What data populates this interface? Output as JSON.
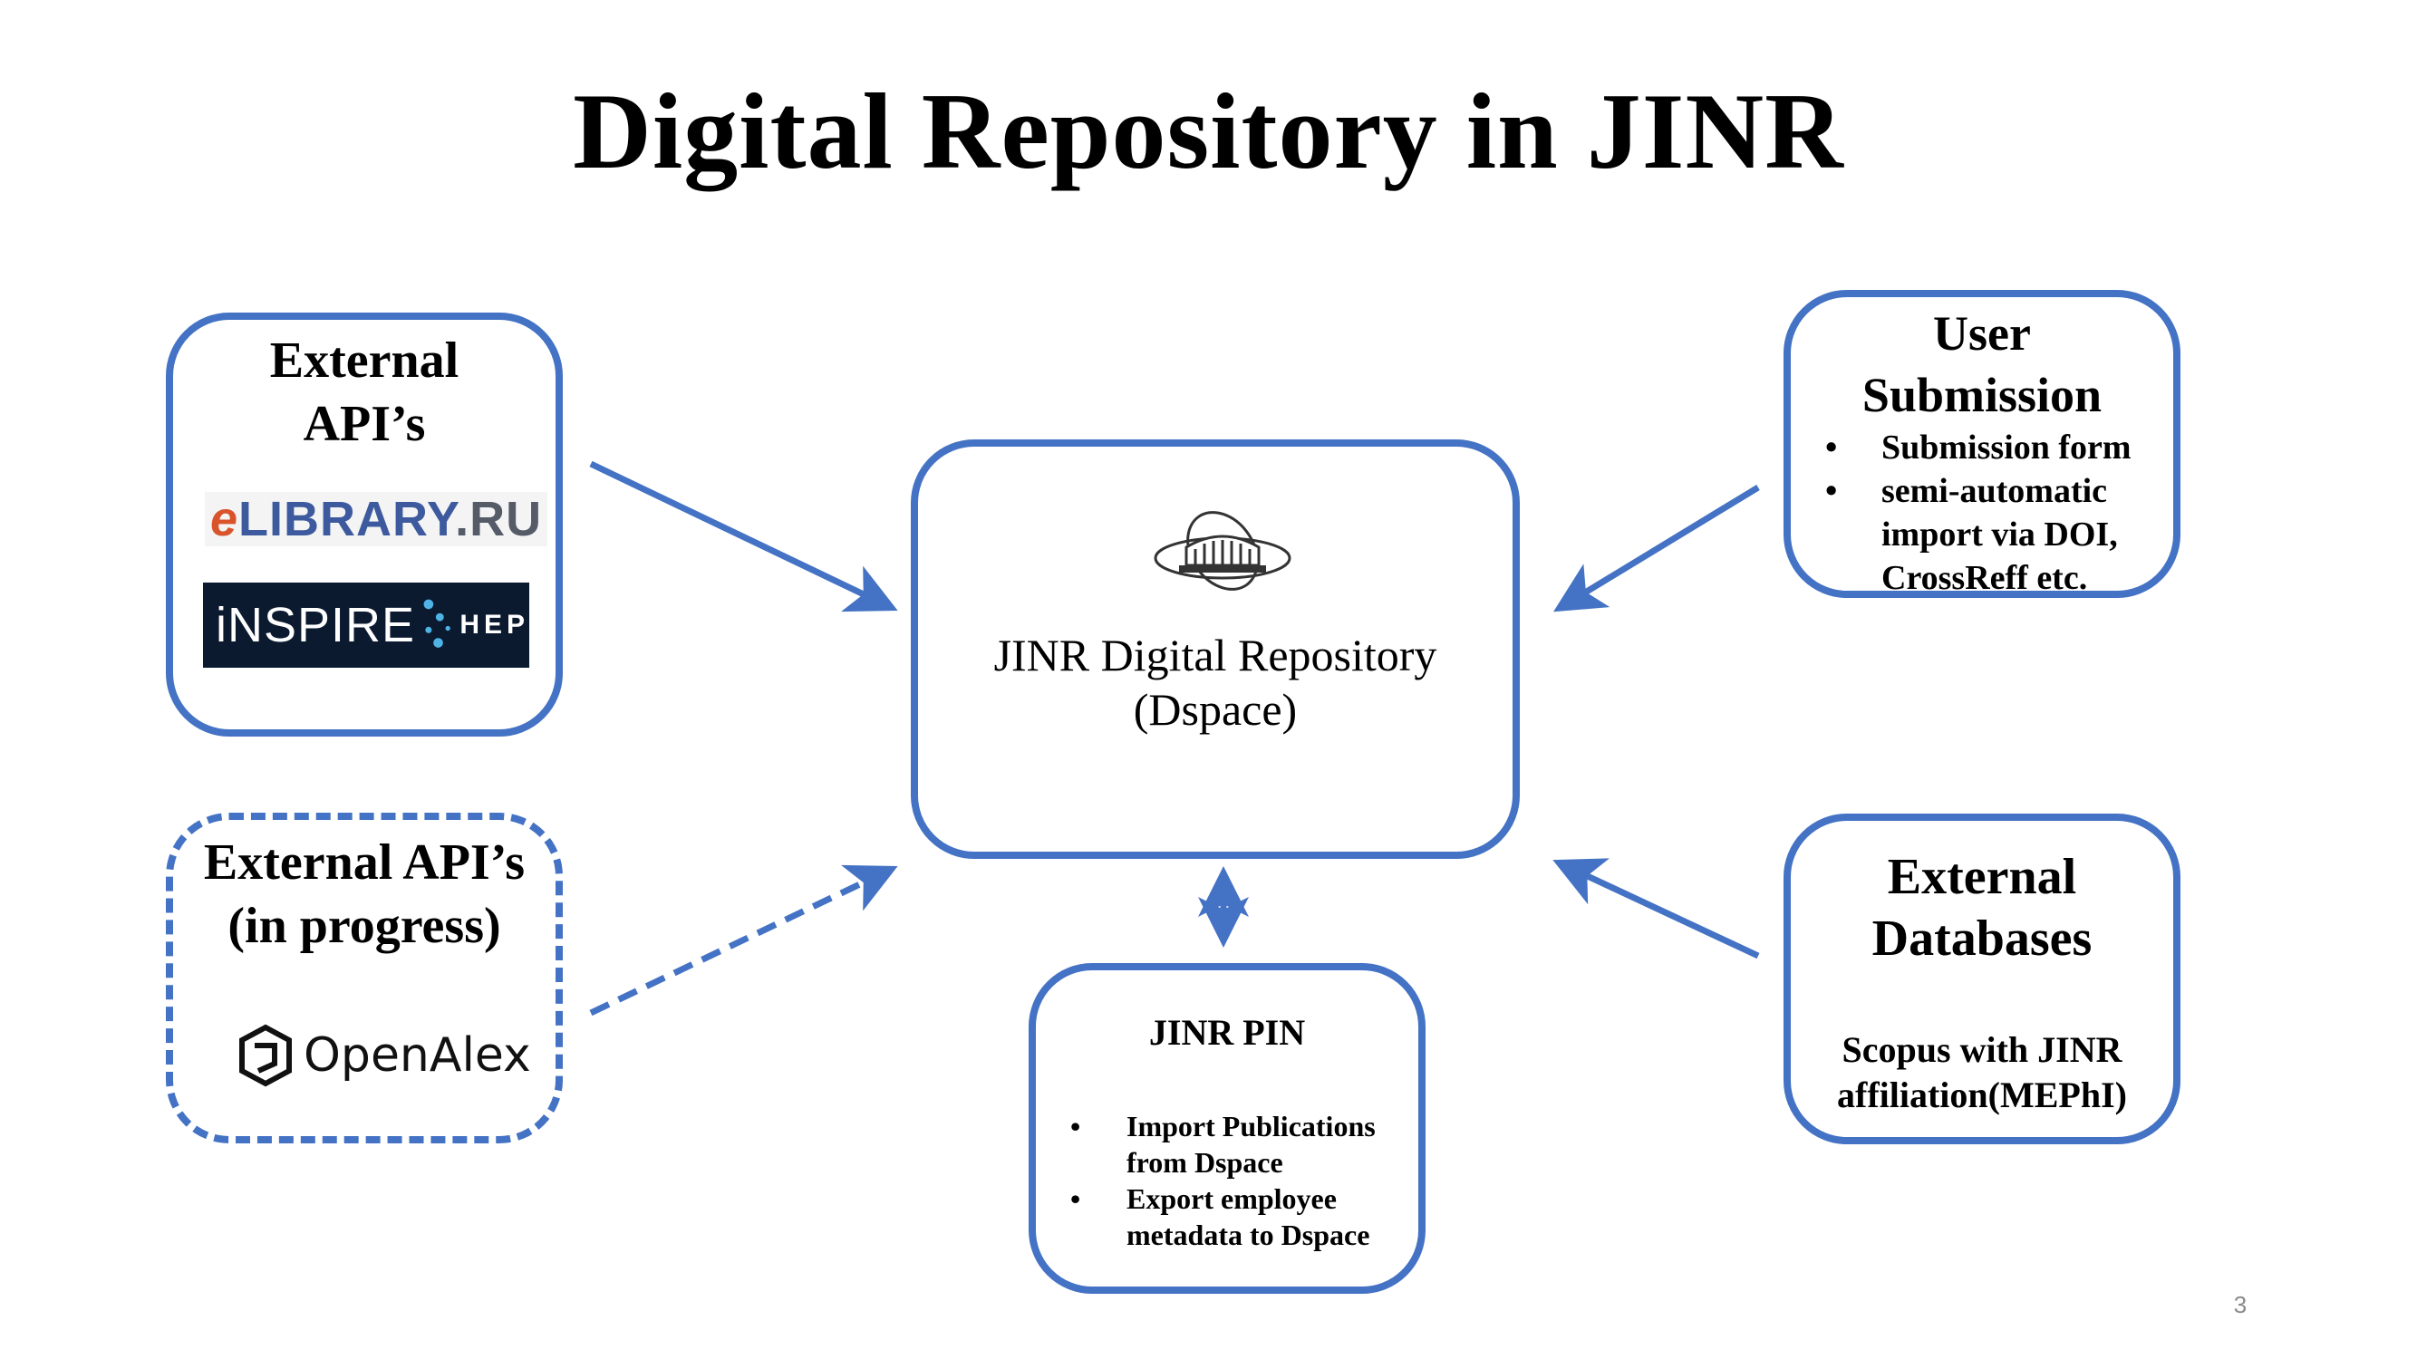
{
  "title": "Digital Repository in JINR",
  "page_number": "3",
  "colors": {
    "accent": "#4472c4",
    "logo_dark": "#0b1a2f"
  },
  "boxes": {
    "external_apis": {
      "title_line1": "External",
      "title_line2": "API’s",
      "logos": {
        "elibrary": {
          "prefix": "e",
          "main": "LIBRARY",
          "suffix": ".RU"
        },
        "inspire": {
          "main": "iNSPIRE",
          "sub": "HEP"
        }
      }
    },
    "external_apis_progress": {
      "title_line1": "External API’s",
      "title_line2": "(in progress)",
      "logo_text": "OpenAlex"
    },
    "repository": {
      "line1": "JINR Digital Repository",
      "line2": "(Dspace)",
      "icon": "jinr-logo-icon"
    },
    "user_submission": {
      "title_line1": "User",
      "title_line2": "Submission",
      "bullets": [
        "Submission form",
        "semi-automatic import via DOI, CrossReff etc."
      ]
    },
    "external_databases": {
      "title_line1": "External",
      "title_line2": "Databases",
      "body_line1": "Scopus with JINR",
      "body_line2": "affiliation(MEPhI)"
    },
    "jinr_pin": {
      "title": "JINR PIN",
      "bullets": [
        "Import Publications from Dspace",
        "Export employee metadata to Dspace"
      ]
    }
  }
}
